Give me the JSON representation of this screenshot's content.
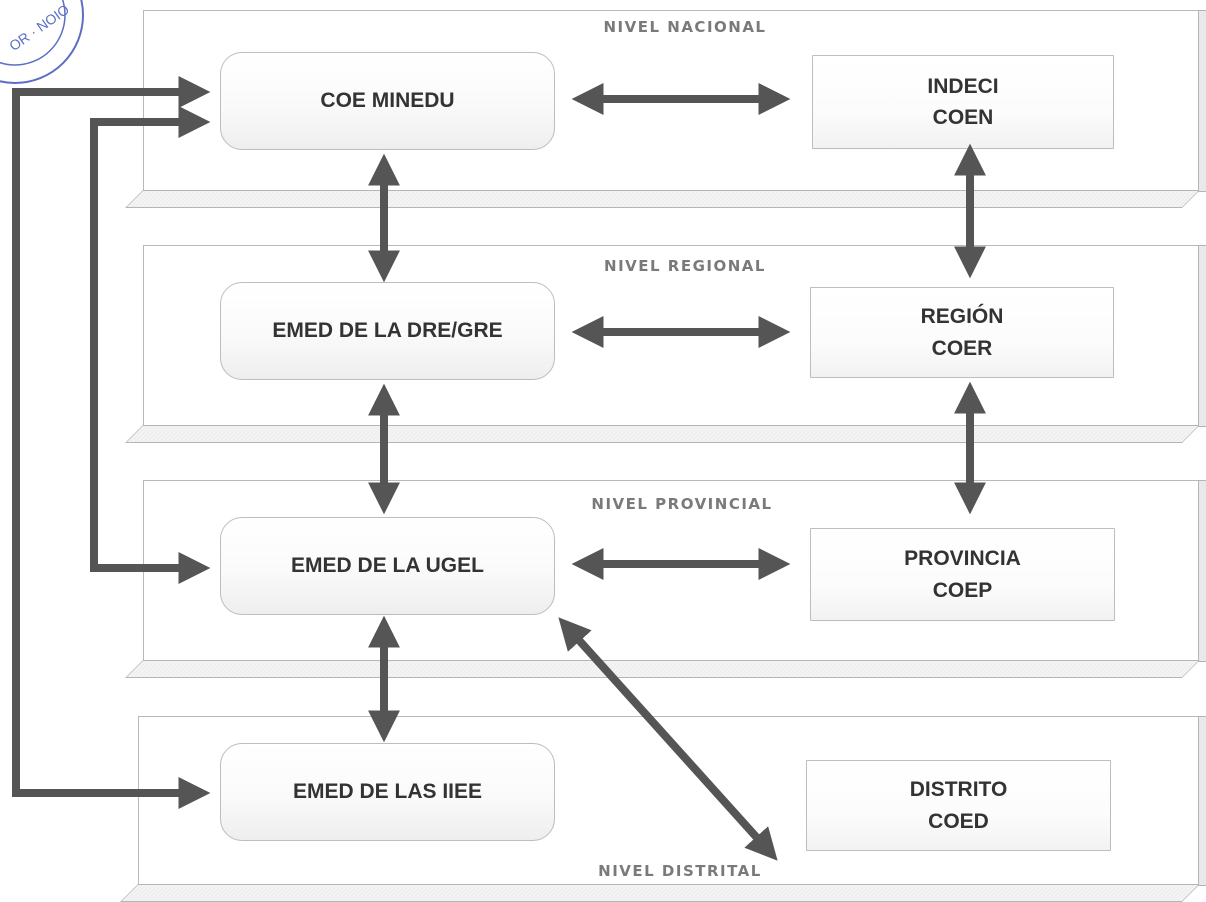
{
  "levels": {
    "nacional": "NIVEL NACIONAL",
    "regional": "NIVEL REGIONAL",
    "provincial": "NIVEL PROVINCIAL",
    "distrital": "NIVEL DISTRITAL"
  },
  "boxes": {
    "coe_minedu": "COE MINEDU",
    "emed_dre": "EMED DE LA DRE/GRE",
    "emed_ugel": "EMED DE LA UGEL",
    "emed_iiee": "EMED DE LAS IIEE",
    "indeci": [
      "INDECI",
      "COEN"
    ],
    "region": [
      "REGIÓN",
      "COER"
    ],
    "provincia": [
      "PROVINCIA",
      "COEP"
    ],
    "distrito": [
      "DISTRITO",
      "COED"
    ]
  },
  "stamp_text": "OR - NOIO",
  "colors": {
    "arrow": "#555555",
    "stamp": "#5b6fc4"
  }
}
